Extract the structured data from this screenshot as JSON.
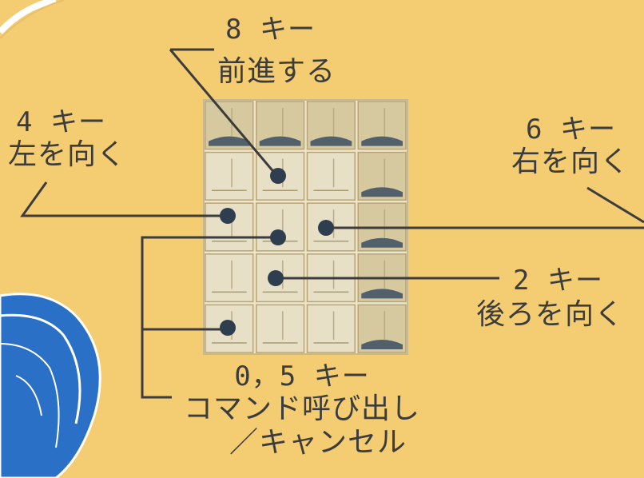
{
  "colors": {
    "background": "#f4cd73",
    "line": "#3c3c3c",
    "key_face": "#e7e0c6",
    "key_dark": "#3a4e62",
    "dot": "#2f3e4f",
    "blue_shape": "#2b70c7"
  },
  "labels": {
    "key8": {
      "key": "8 キー",
      "action": "前進する"
    },
    "key4": {
      "key": "4 キー",
      "action": "左を向く"
    },
    "key6": {
      "key": "6 キー",
      "action": "右を向く"
    },
    "key2": {
      "key": "2 キー",
      "action": "後ろを向く"
    },
    "key05": {
      "key": "0，5 キー",
      "line1": "コマンド呼び出し",
      "line2": "／キャンセル"
    }
  }
}
